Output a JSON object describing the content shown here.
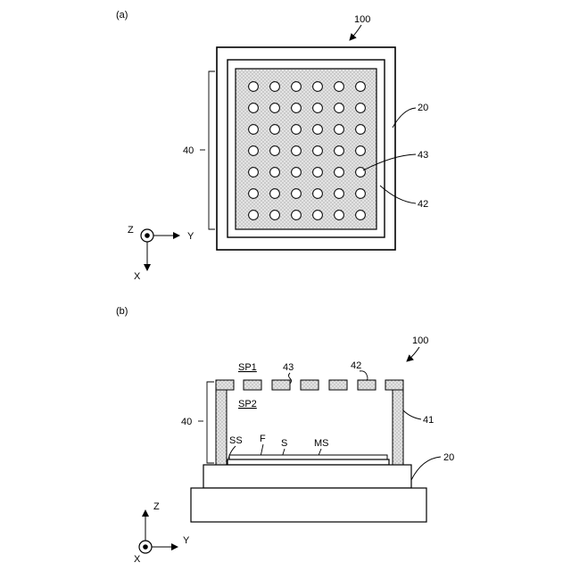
{
  "top": {
    "panel_label": "(a)",
    "ref_100": "100",
    "ref_20": "20",
    "ref_43": "43",
    "ref_42": "42",
    "ref_40": "40",
    "hole_grid": {
      "rows": 7,
      "cols": 6
    },
    "axes": {
      "z": "Z",
      "y": "Y",
      "x": "X"
    }
  },
  "bottom": {
    "panel_label": "(b)",
    "ref_100": "100",
    "ref_sp1": "SP1",
    "ref_43": "43",
    "ref_42": "42",
    "ref_sp2": "SP2",
    "ref_40": "40",
    "ref_41": "41",
    "ref_ss": "SS",
    "ref_f": "F",
    "ref_s": "S",
    "ref_ms": "MS",
    "ref_20": "20",
    "axes": {
      "z": "Z",
      "y": "Y",
      "x": "X"
    }
  },
  "colors": {
    "line": "#000000",
    "stipple": "#d9d9d9",
    "background": "#ffffff"
  }
}
